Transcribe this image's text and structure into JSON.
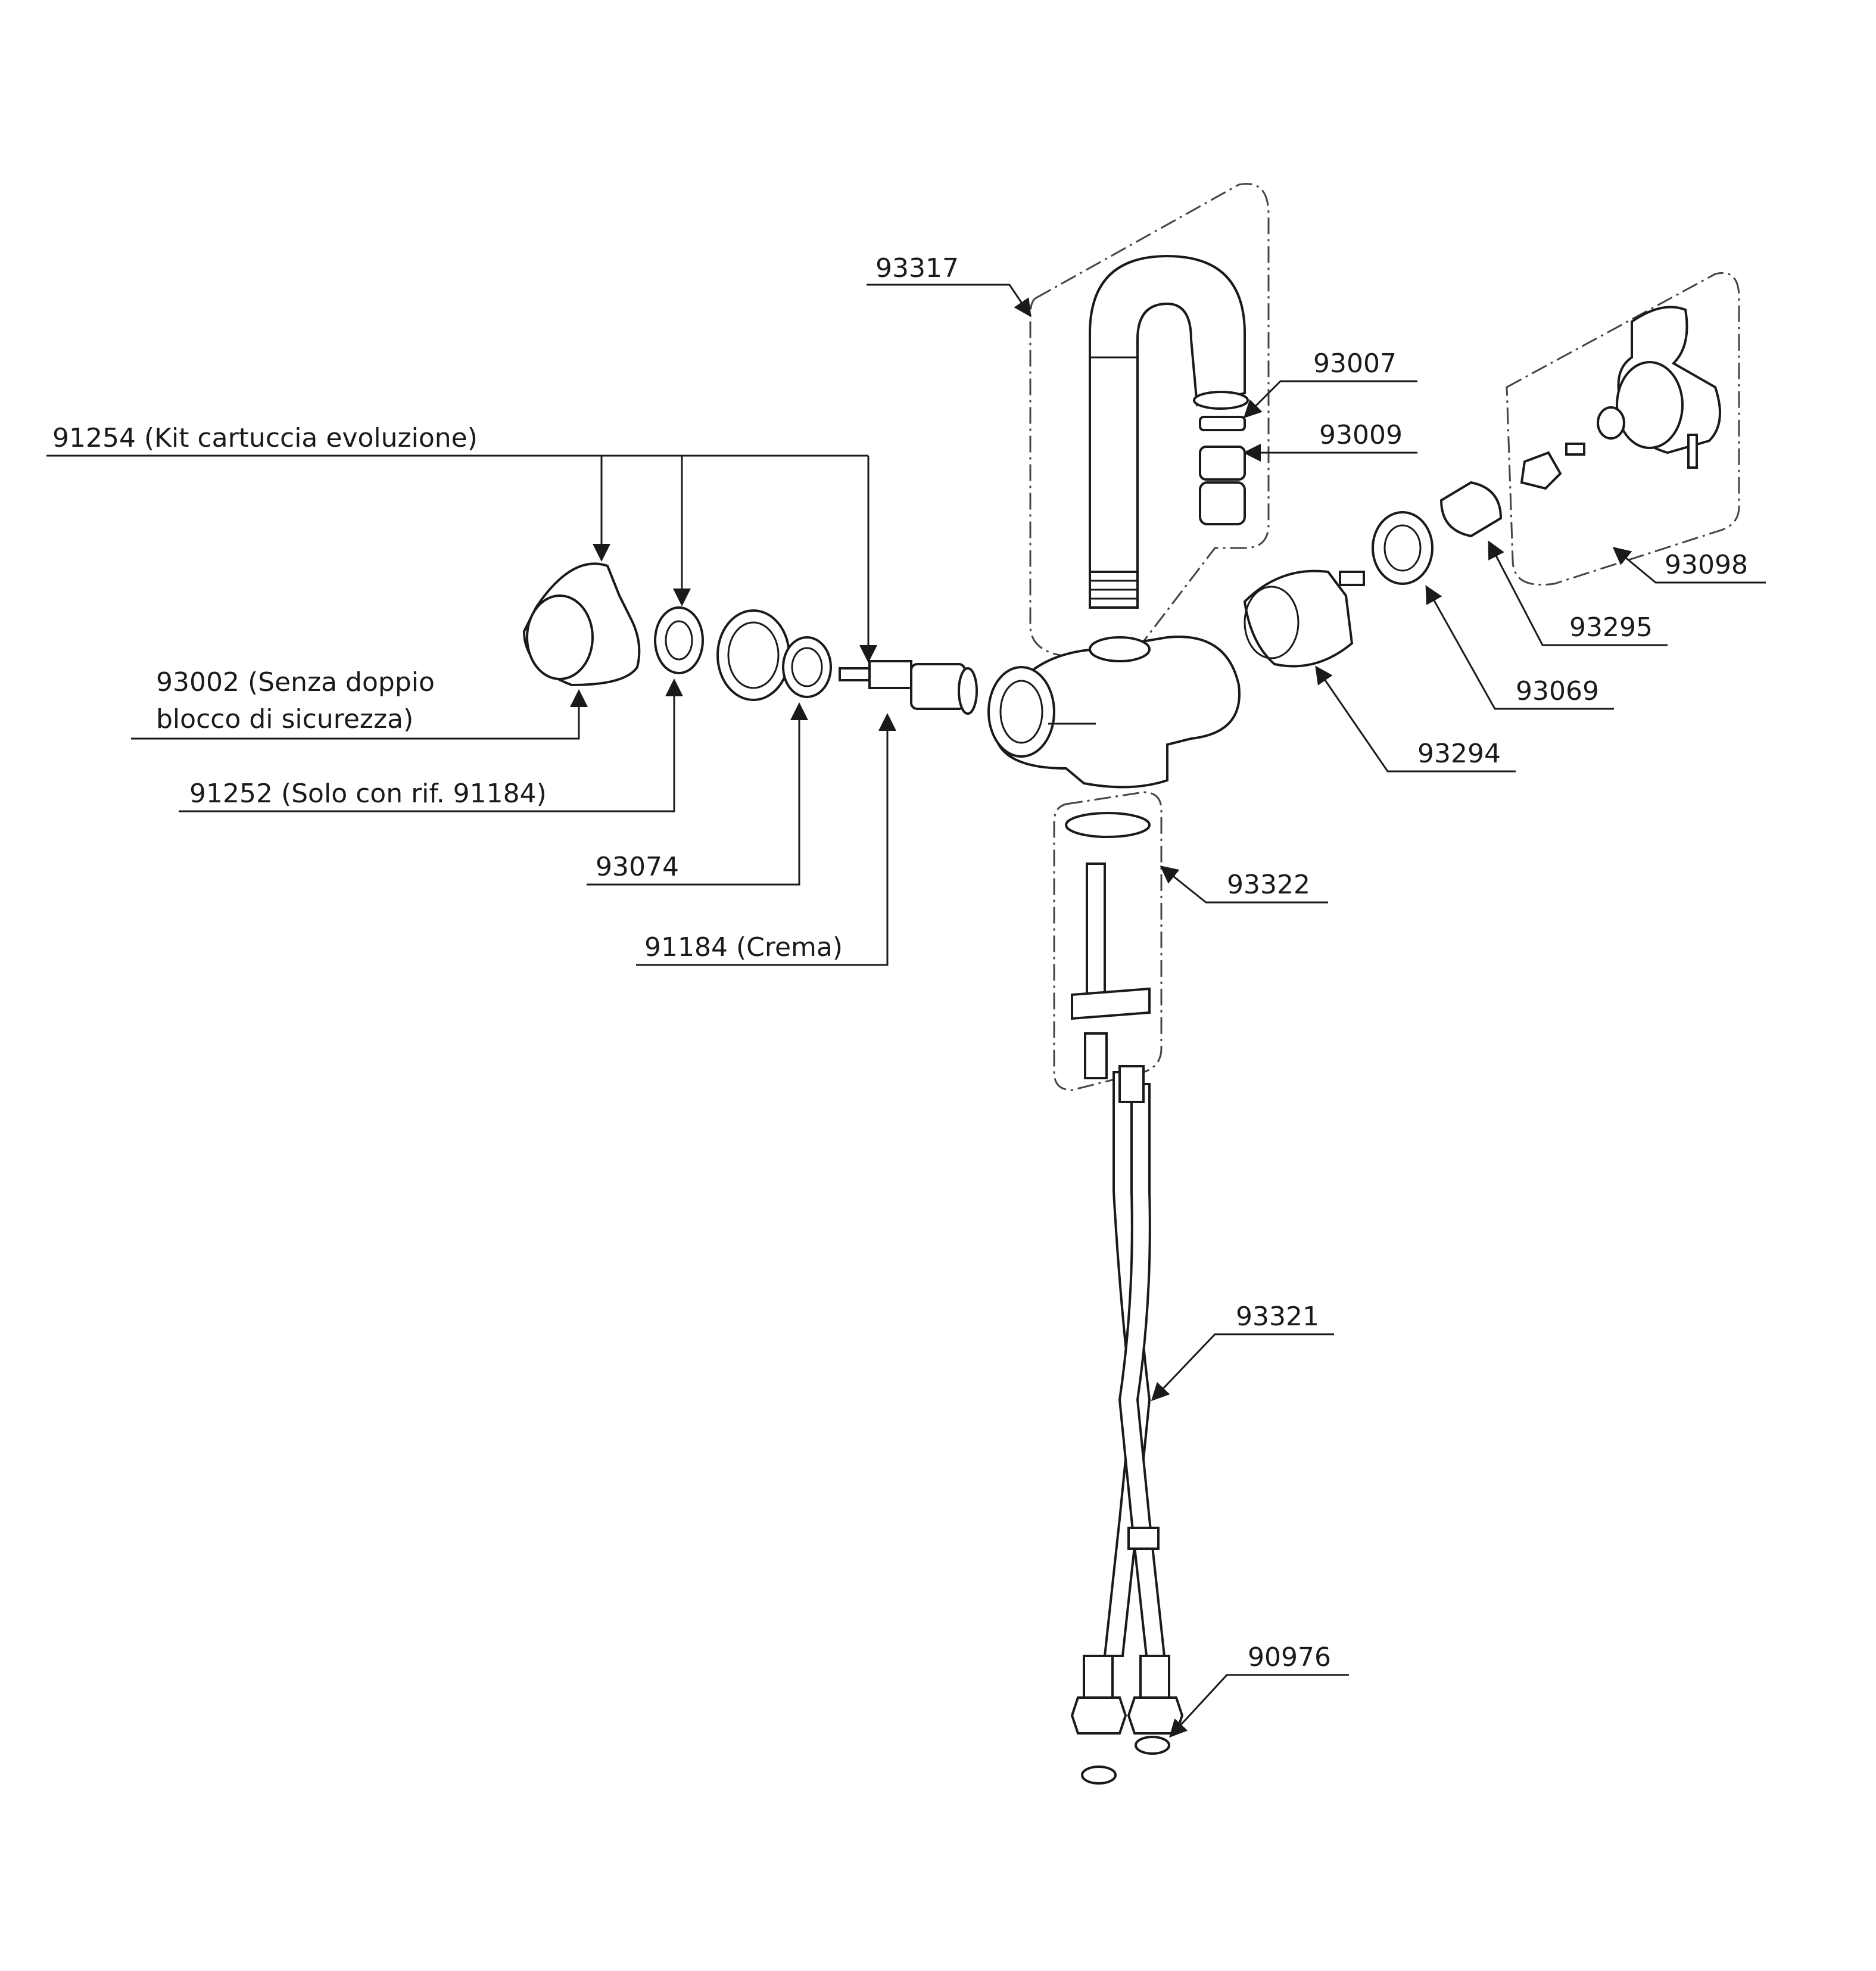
{
  "labels": {
    "l93317": "93317",
    "l93007": "93007",
    "l93009": "93009",
    "l91254": "91254 (Kit cartuccia evoluzione)",
    "l93098": "93098",
    "l93295": "93295",
    "l93069": "93069",
    "l93294": "93294",
    "l93002_line1": "93002 (Senza doppio",
    "l93002_line2": "blocco di sicurezza)",
    "l91252": "91252 (Solo con rif. 91184)",
    "l93074": "93074",
    "l91184": "91184 (Crema)",
    "l93322": "93322",
    "l93321": "93321",
    "l90976": "90976"
  }
}
